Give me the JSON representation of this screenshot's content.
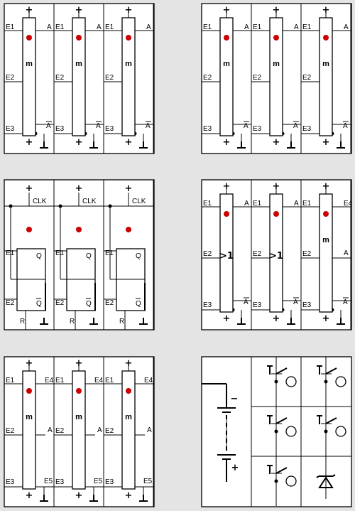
{
  "labels": {
    "e1": "E1",
    "e2": "E2",
    "e3": "E3",
    "e4": "E4",
    "e5": "E5",
    "a": "A",
    "a_bar": "A",
    "m": "m",
    "plus": "+",
    "ground": "⊥",
    "clk": "CLK",
    "q": "Q",
    "q_bar": "Q",
    "r": "R",
    "ge1": ">1",
    "minus": "−"
  },
  "colors": {
    "led": "#cc0000",
    "background": "#e4e4e4",
    "panel": "#ffffff"
  }
}
